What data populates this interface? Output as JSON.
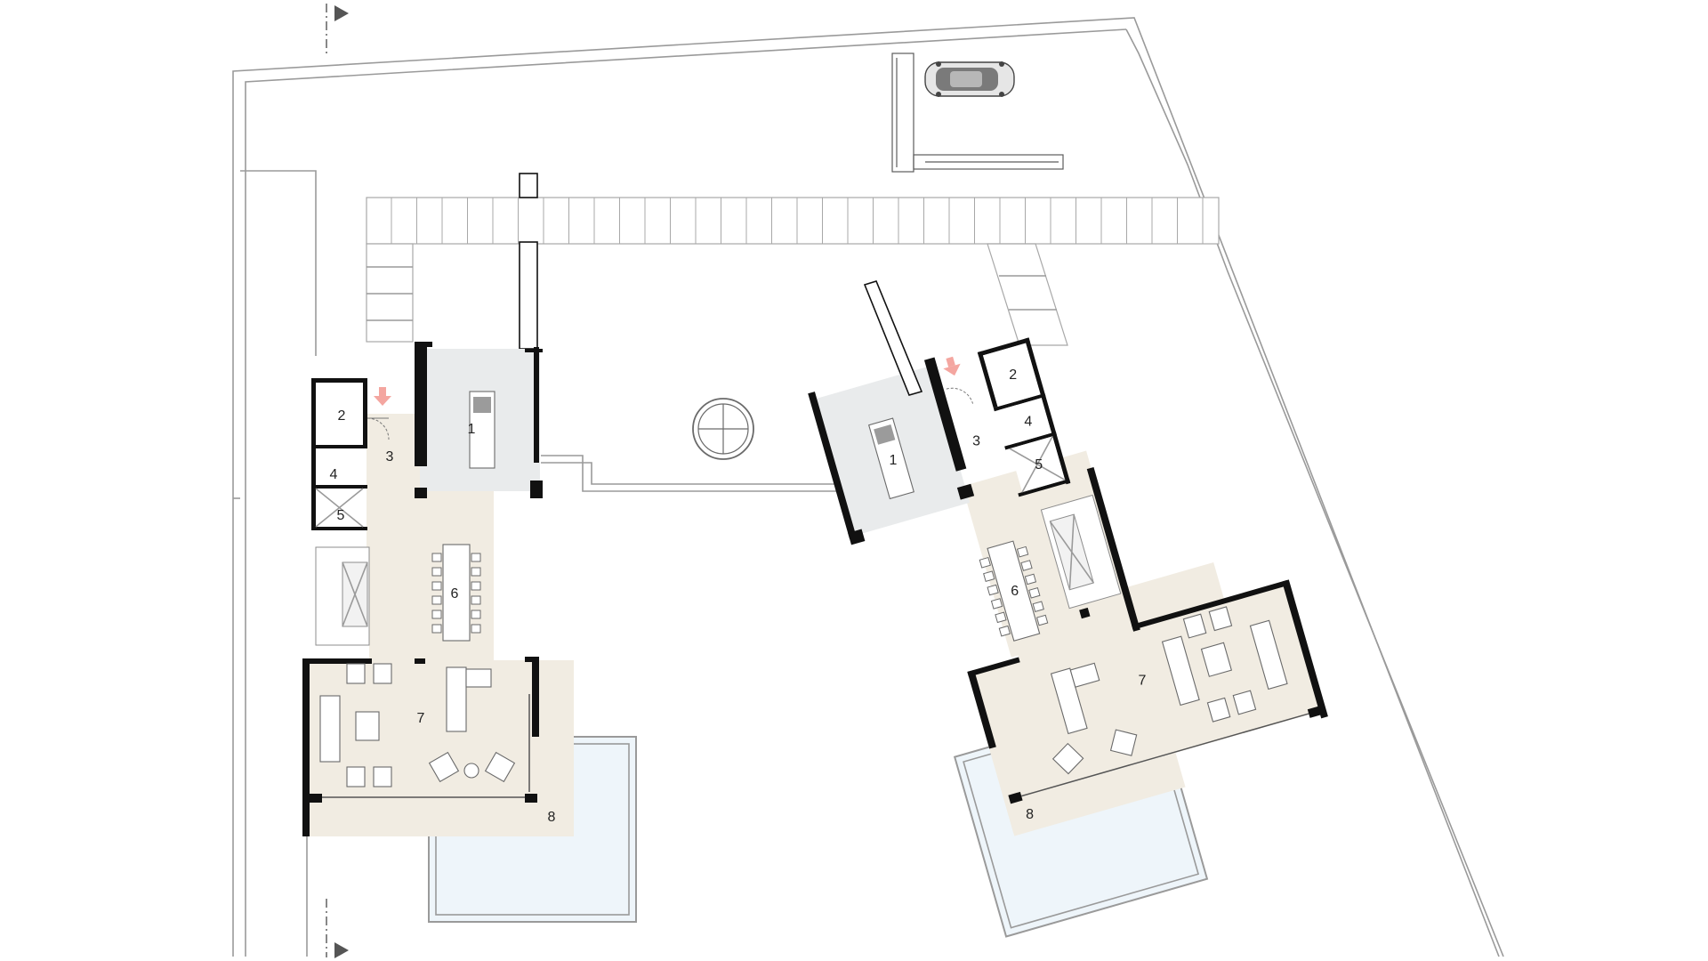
{
  "plan": {
    "units": [
      {
        "name": "left-unit",
        "rooms": [
          {
            "id": "kitchen",
            "label": "1"
          },
          {
            "id": "storage",
            "label": "2"
          },
          {
            "id": "entry-hall",
            "label": "3"
          },
          {
            "id": "wc",
            "label": "4"
          },
          {
            "id": "shower",
            "label": "5"
          },
          {
            "id": "dining",
            "label": "6"
          },
          {
            "id": "living",
            "label": "7"
          },
          {
            "id": "terrace",
            "label": "8"
          }
        ]
      },
      {
        "name": "right-unit",
        "rooms": [
          {
            "id": "kitchen",
            "label": "1"
          },
          {
            "id": "storage",
            "label": "2"
          },
          {
            "id": "entry-hall",
            "label": "3"
          },
          {
            "id": "wc",
            "label": "4"
          },
          {
            "id": "shower",
            "label": "5"
          },
          {
            "id": "dining",
            "label": "6"
          },
          {
            "id": "living",
            "label": "7"
          },
          {
            "id": "terrace",
            "label": "8"
          }
        ]
      }
    ],
    "colors": {
      "wall": "#111111",
      "floor": "#f1ece2",
      "kitchen_floor": "#e9ebec",
      "pool_water": "#eef5fa",
      "entrance_arrow": "#f4a6a0",
      "site_line": "#9a9a9a"
    },
    "icons": [
      "section-marker-arrow-icon",
      "entrance-arrow-icon",
      "car-icon",
      "round-window-icon"
    ]
  }
}
